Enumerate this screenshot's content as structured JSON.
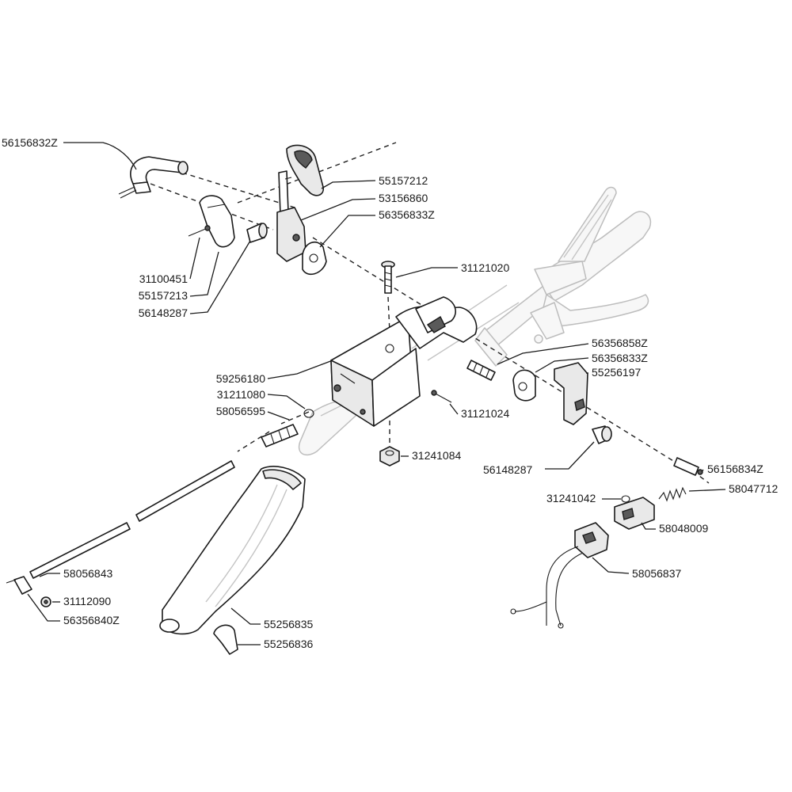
{
  "parts": [
    {
      "key": "p01",
      "number": "56156832Z"
    },
    {
      "key": "p02",
      "number": "55157212"
    },
    {
      "key": "p03",
      "number": "53156860"
    },
    {
      "key": "p04",
      "number": "56356833Z"
    },
    {
      "key": "p05",
      "number": "31100451"
    },
    {
      "key": "p06",
      "number": "55157213"
    },
    {
      "key": "p07",
      "number": "56148287"
    },
    {
      "key": "p08",
      "number": "31121020"
    },
    {
      "key": "p09",
      "number": "56356858Z"
    },
    {
      "key": "p10",
      "number": "56356833Z"
    },
    {
      "key": "p11",
      "number": "55256197"
    },
    {
      "key": "p12",
      "number": "59256180"
    },
    {
      "key": "p13",
      "number": "31211080"
    },
    {
      "key": "p14",
      "number": "58056595"
    },
    {
      "key": "p15",
      "number": "31121024"
    },
    {
      "key": "p16",
      "number": "31241084"
    },
    {
      "key": "p17",
      "number": "56148287"
    },
    {
      "key": "p18",
      "number": "56156834Z"
    },
    {
      "key": "p19",
      "number": "31241042"
    },
    {
      "key": "p20",
      "number": "58047712"
    },
    {
      "key": "p21",
      "number": "58048009"
    },
    {
      "key": "p22",
      "number": "58056837"
    },
    {
      "key": "p23",
      "number": "58056843"
    },
    {
      "key": "p24",
      "number": "31112090"
    },
    {
      "key": "p25",
      "number": "56356840Z"
    },
    {
      "key": "p26",
      "number": "55256835"
    },
    {
      "key": "p27",
      "number": "55256836"
    }
  ]
}
